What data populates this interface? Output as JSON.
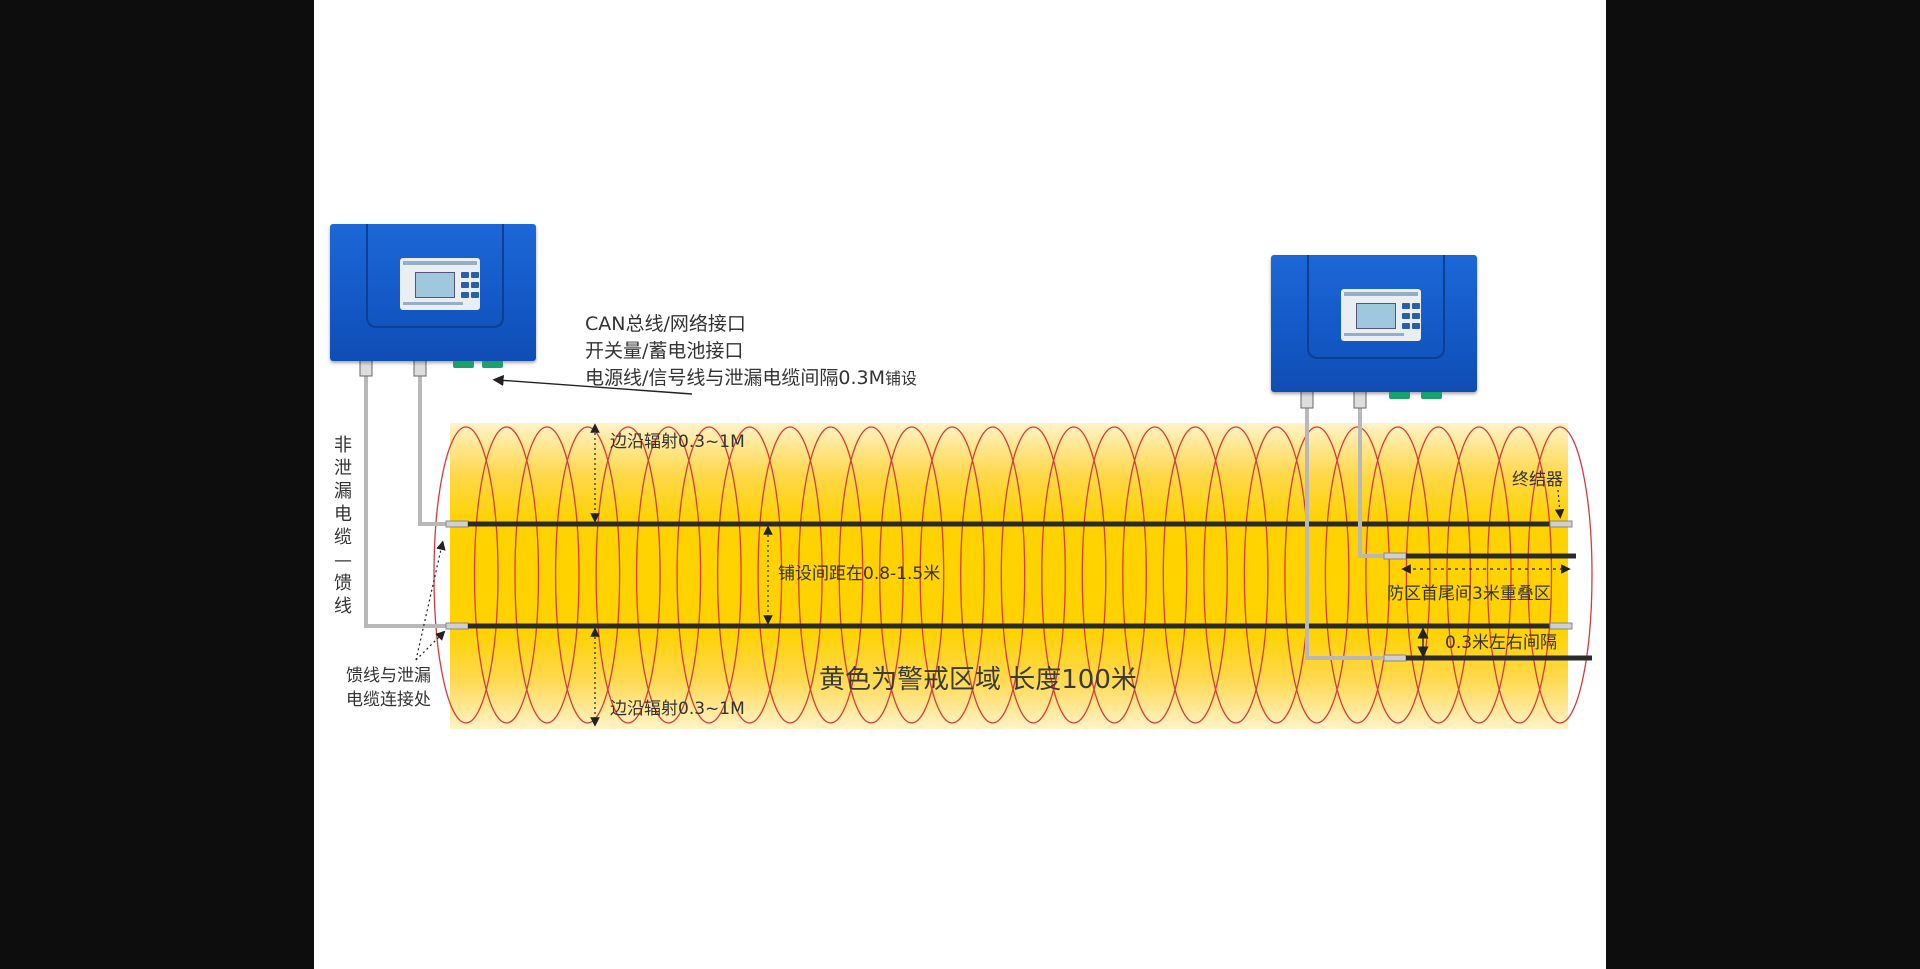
{
  "labels": {
    "interfaces": [
      "CAN总线/网络接口",
      "开关量/蓄电池接口",
      "电源线/信号线与泄漏电缆间隔0.3M"
    ],
    "interfaces_suffix": "铺设",
    "edge_top": "边沿辐射0.3~1M",
    "edge_bottom": "边沿辐射0.3~1M",
    "spacing": "铺设间距在0.8-1.5米",
    "terminator": "终结器",
    "overlap": "防区首尾间3米重叠区",
    "gap": "0.3米左右间隔",
    "zone": "黄色为警戒区域 长度100米",
    "feeder_vertical": "非泄漏电缆—馈线",
    "connection_line1": "馈线与泄漏",
    "connection_line2": "电缆连接处"
  },
  "colors": {
    "alert_zone": "#ffd200",
    "cable": "#2b2b2b",
    "feeder": "#b8b8b8",
    "radiation": "#d9393a",
    "unit_blue": "#1560cc",
    "port_green": "#1aa06a"
  },
  "devices": [
    {
      "name": "left-controller-unit"
    },
    {
      "name": "right-controller-unit"
    }
  ]
}
